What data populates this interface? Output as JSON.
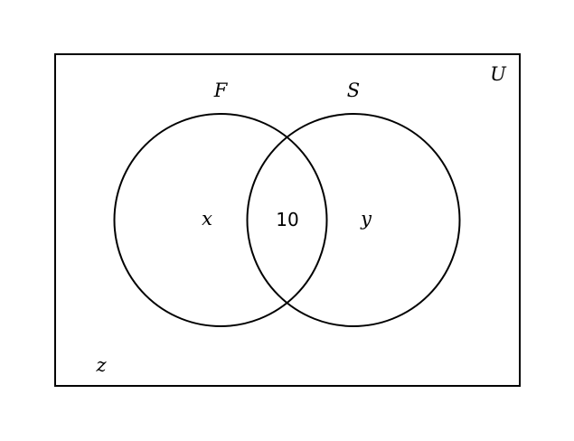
{
  "diagram": {
    "universe_label": "U",
    "sets": [
      {
        "label": "F",
        "only_region": "x"
      },
      {
        "label": "S",
        "only_region": "y"
      }
    ],
    "intersection": "10",
    "outside": "z",
    "stroke_color": "#000000",
    "background": "#ffffff"
  }
}
